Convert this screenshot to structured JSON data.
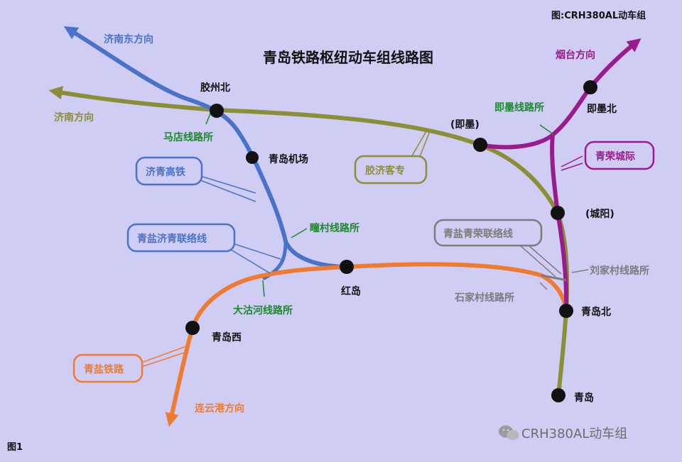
{
  "title": "青岛铁路枢纽动车组线路图",
  "corner_label": "图:CRH380AL动车组",
  "figure_label": "图1",
  "watermark": "CRH380AL动车组",
  "colors": {
    "background": "#cfcdf4",
    "jinan_qingdao_hsr": "#4a72c9",
    "jiaoji_pdl": "#8c8e37",
    "qingrong_intercity": "#9a1b8e",
    "qingyan_railway": "#ef7b30",
    "junction_green": "#1b8a2a",
    "link_gray": "#7b7b7b",
    "station_dot": "#111111"
  },
  "directions": {
    "jinan_east": "济南东方向",
    "jinan": "济南方向",
    "yantai": "烟台方向",
    "lianyungang": "连云港方向"
  },
  "stations": {
    "jiaozhou_north": "胶州北",
    "airport": "青岛机场",
    "jimo": "(即墨)",
    "jimo_north": "即墨北",
    "chengyang": "(城阳)",
    "hongdao": "红岛",
    "qingdao_west": "青岛西",
    "qingdao_north": "青岛北",
    "qingdao": "青岛"
  },
  "junctions": {
    "madian": "马店线路所",
    "tongcun": "疃村线路所",
    "dagu_river": "大沽河线路所",
    "jimo_jct": "即墨线路所",
    "liujiacun": "刘家村线路所",
    "shijiacun": "石家村线路所"
  },
  "lines": {
    "jinan_qingdao_hsr": "济青高铁",
    "qingyan_jinan_link": "青盐济青联络线",
    "jiaoji_pdl": "胶济客专",
    "qingrong_intercity": "青荣城际",
    "qingyan_qingrong_link": "青盐青荣联络线",
    "qingyan_railway": "青盐铁路"
  }
}
